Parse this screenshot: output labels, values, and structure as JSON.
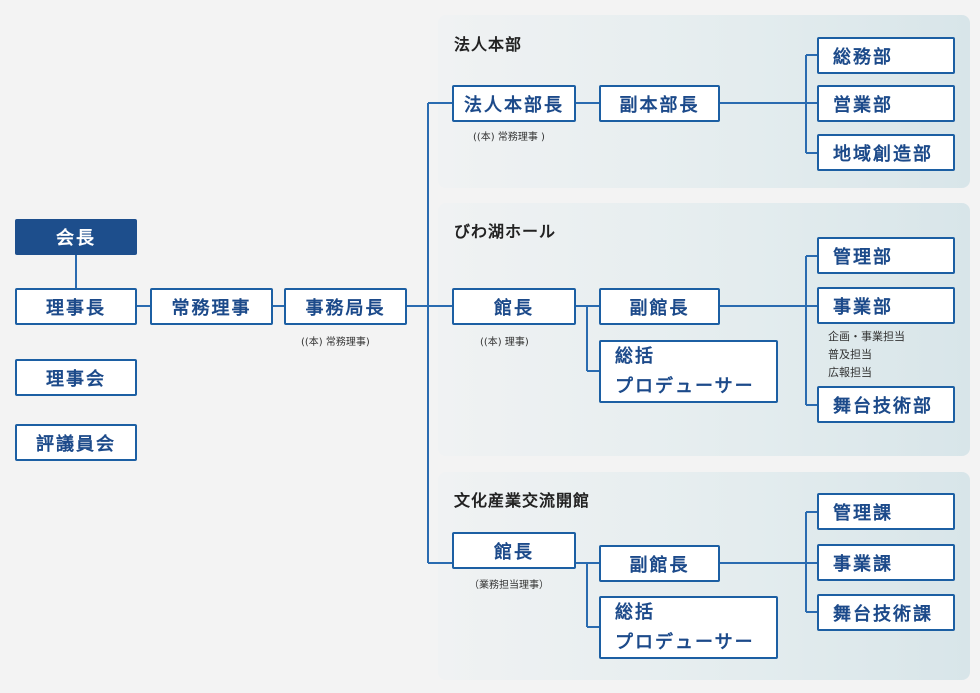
{
  "left": {
    "chairman": "会長",
    "director": "理事長",
    "managing_director": "常務理事",
    "secretary_general": "事務局長",
    "secretary_general_note": "((本) 常務理事)",
    "board": "理事会",
    "council": "評議員会"
  },
  "hq": {
    "title": "法人本部",
    "head": "法人本部長",
    "head_note": "((本) 常務理事 )",
    "deputy": "副本部長",
    "depts": [
      "総務部",
      "営業部",
      "地域創造部"
    ]
  },
  "biwako": {
    "title": "びわ湖ホール",
    "head": "館長",
    "head_note": "((本) 理事)",
    "deputy": "副館長",
    "producer_line1": "総括",
    "producer_line2": "プロデューサー",
    "depts": [
      "管理部",
      "事業部",
      "舞台技術部"
    ],
    "jigyo_notes": [
      "企画・事業担当",
      "普及担当",
      "広報担当"
    ]
  },
  "culture": {
    "title": "文化産業交流開館",
    "head": "館長",
    "head_note": "（業務担当理事）",
    "deputy": "副館長",
    "producer_line1": "総括",
    "producer_line2": "プロデューサー",
    "depts": [
      "管理課",
      "事業課",
      "舞台技術課"
    ]
  },
  "colors": {
    "line": "#2a6bb0",
    "box_border": "#1c5fa3",
    "chairman_fill": "#1d4e8c"
  }
}
